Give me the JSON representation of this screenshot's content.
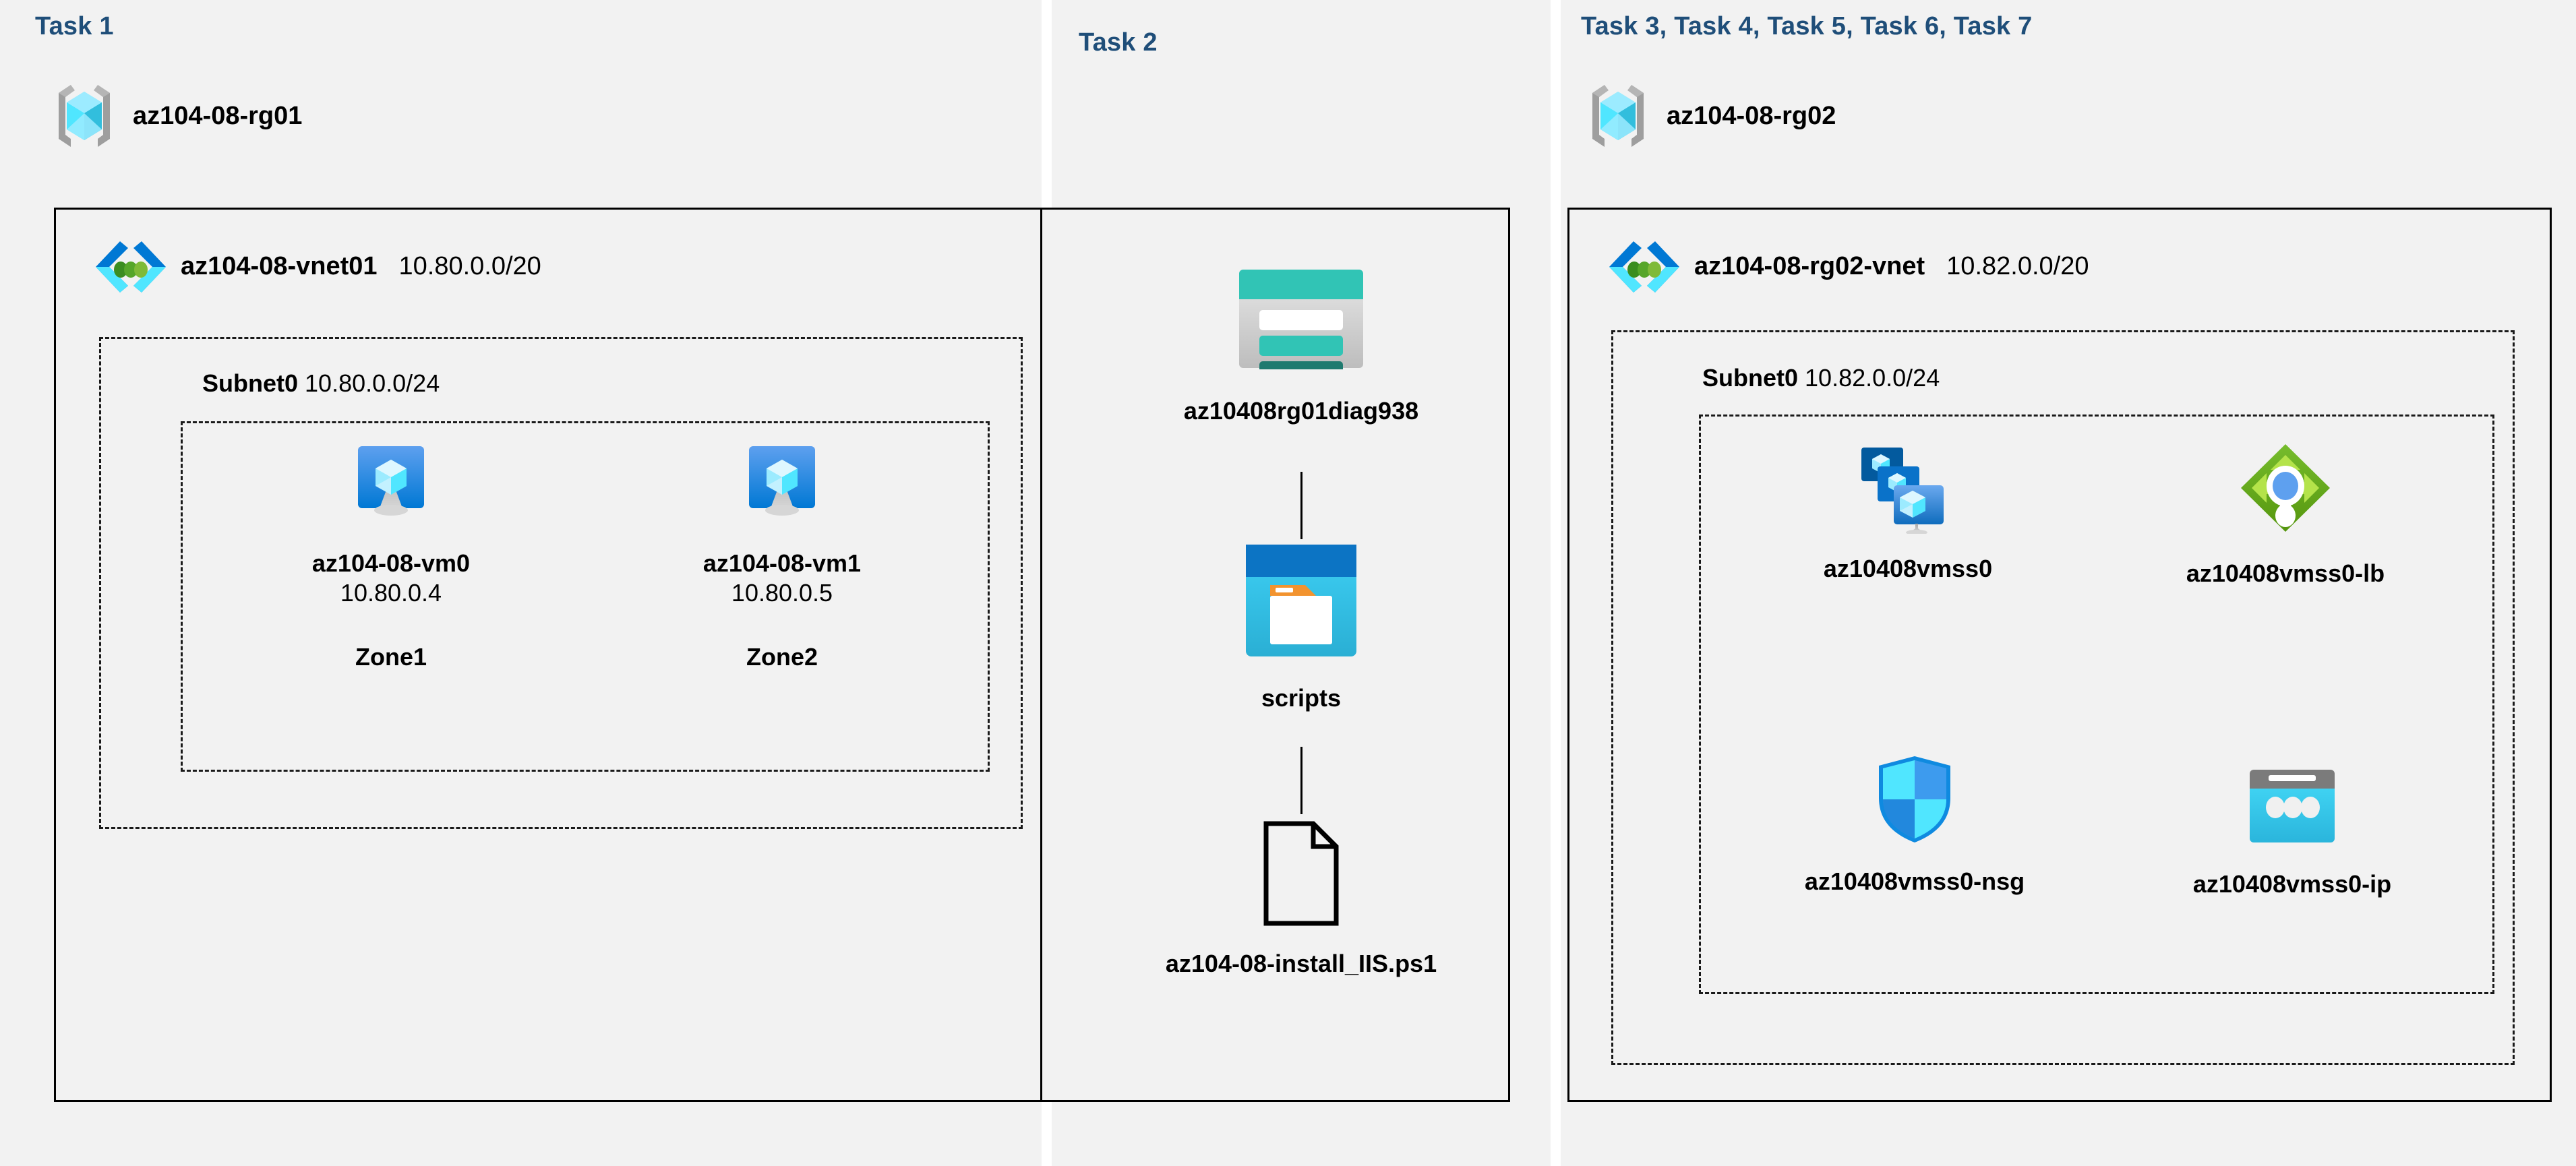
{
  "theme": {
    "task_title_color": "#1f4e79",
    "panel_bg": "#f2f2f2",
    "border_color": "#000000",
    "page_bg": "#ffffff"
  },
  "panels": [
    {
      "id": "task1",
      "title": "Task 1"
    },
    {
      "id": "task2",
      "title": "Task 2"
    },
    {
      "id": "task3to7",
      "title": "Task 3, Task 4, Task 5, Task 6, Task 7"
    }
  ],
  "task1": {
    "resource_group": {
      "name": "az104-08-rg01",
      "icon": "resource-group-icon"
    },
    "vnet": {
      "name": "az104-08-vnet01",
      "cidr": "10.80.0.0/20",
      "icon": "virtual-network-icon"
    },
    "subnet": {
      "name": "Subnet0",
      "cidr": "10.80.0.0/24"
    },
    "vms": [
      {
        "name": "az104-08-vm0",
        "ip": "10.80.0.4",
        "zone": "Zone1",
        "icon": "virtual-machine-icon"
      },
      {
        "name": "az104-08-vm1",
        "ip": "10.80.0.5",
        "zone": "Zone2",
        "icon": "virtual-machine-icon"
      }
    ]
  },
  "task2": {
    "storage_account": {
      "name": "az10408rg01diag938",
      "icon": "storage-account-icon"
    },
    "container": {
      "name": "scripts",
      "icon": "blob-container-icon"
    },
    "file": {
      "name": "az104-08-install_IIS.ps1",
      "icon": "file-icon"
    }
  },
  "task3to7": {
    "resource_group": {
      "name": "az104-08-rg02",
      "icon": "resource-group-icon"
    },
    "vnet": {
      "name": "az104-08-rg02-vnet",
      "cidr": "10.82.0.0/20",
      "icon": "virtual-network-icon"
    },
    "subnet": {
      "name": "Subnet0",
      "cidr": "10.82.0.0/24"
    },
    "resources": [
      {
        "name": "az10408vmss0",
        "icon": "vm-scale-set-icon"
      },
      {
        "name": "az10408vmss0-lb",
        "icon": "load-balancer-icon"
      },
      {
        "name": "az10408vmss0-nsg",
        "icon": "network-security-group-icon"
      },
      {
        "name": "az10408vmss0-ip",
        "icon": "public-ip-address-icon"
      }
    ]
  }
}
